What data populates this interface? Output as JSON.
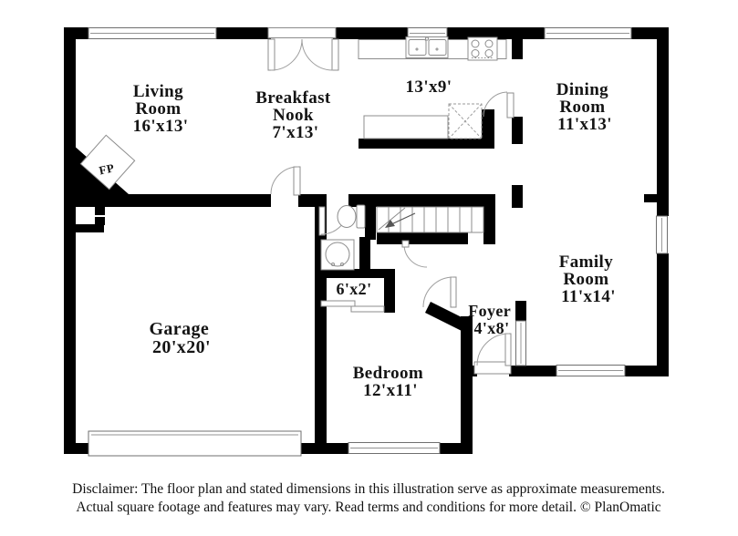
{
  "colors": {
    "wall": "#000000",
    "fixture_line": "#8c8c8c",
    "text": "#141414",
    "background": "#ffffff"
  },
  "rooms": {
    "living": {
      "line1": "Living",
      "line2": "Room",
      "dims": "16'x13'"
    },
    "breakfast": {
      "line1": "Breakfast",
      "line2": "Nook",
      "dims": "7'x13'"
    },
    "kitchen": {
      "dims": "13'x9'"
    },
    "dining": {
      "line1": "Dining",
      "line2": "Room",
      "dims": "11'x13'"
    },
    "family": {
      "line1": "Family",
      "line2": "Room",
      "dims": "11'x14'"
    },
    "garage": {
      "line1": "Garage",
      "dims": "20'x20'"
    },
    "bedroom": {
      "line1": "Bedroom",
      "dims": "12'x11'"
    },
    "foyer": {
      "line1": "Foyer",
      "dims": "4'x8'"
    },
    "closet": {
      "dims": "6'x2'"
    },
    "fireplace": {
      "label": "FP"
    }
  },
  "disclaimer": {
    "line1": "Disclaimer: The floor plan and stated dimensions in this illustration serve as approximate measurements.",
    "line2": "Actual square footage and features may vary. Read terms and conditions for more detail. © PlanOmatic"
  }
}
